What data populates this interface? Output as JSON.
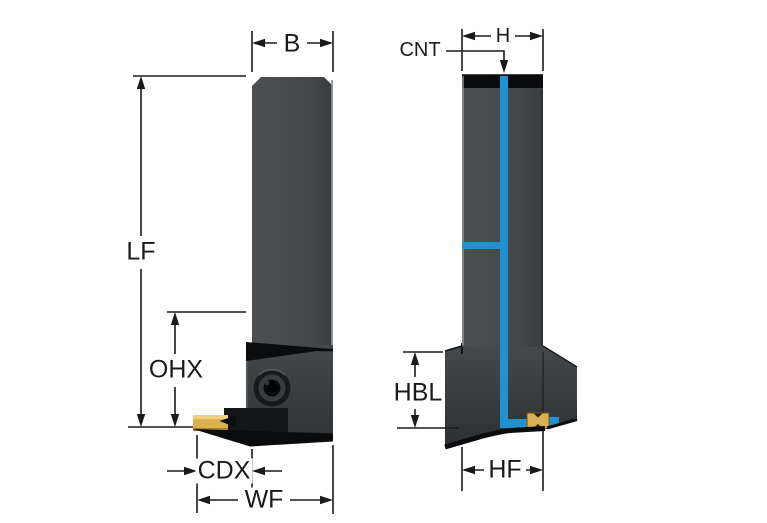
{
  "diagram": {
    "type": "technical-dimension-drawing",
    "subject": "parting and grooving tool holder shown in two orthographic views with coolant channel",
    "views": [
      {
        "id": "side-view",
        "dimension_labels": [
          "B",
          "LF",
          "OHX",
          "CDX",
          "WF"
        ]
      },
      {
        "id": "front-view",
        "dimension_labels": [
          "CNT",
          "H",
          "HBL",
          "HF"
        ]
      }
    ],
    "labels": {
      "B": "B",
      "LF": "LF",
      "OHX": "OHX",
      "CDX": "CDX",
      "WF": "WF",
      "CNT": "CNT",
      "H": "H",
      "HBL": "HBL",
      "HF": "HF"
    },
    "colors": {
      "background": "#ffffff",
      "line": "#1a1a1a",
      "body_gray": "#46484b",
      "body_dark": "#0b0c0d",
      "coolant_blue": "#2191d0",
      "insert_gold": "#d9b052"
    }
  }
}
